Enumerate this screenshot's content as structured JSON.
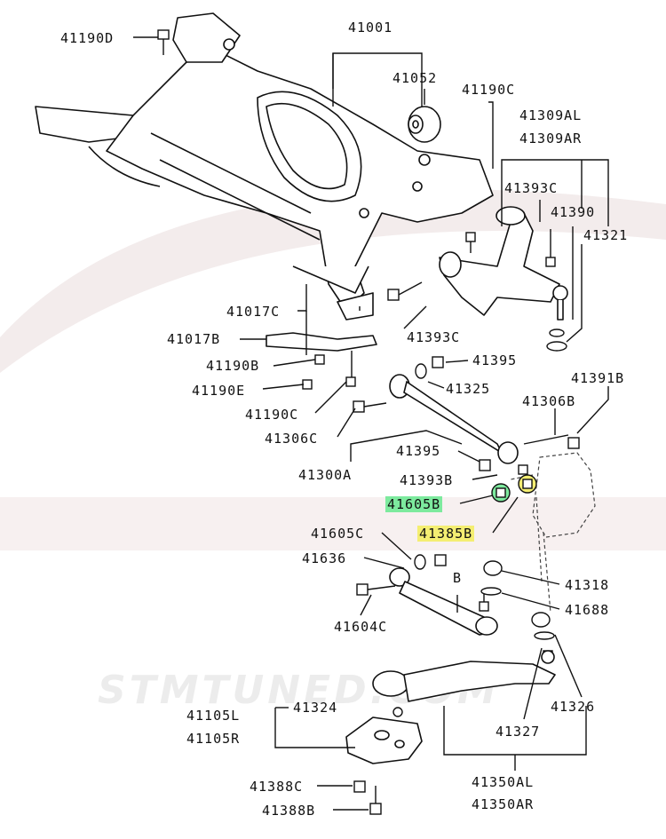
{
  "watermark": "STMTUNED.COM",
  "highlight_colors": {
    "green": "#7dea9e",
    "yellow": "#f4ee72"
  },
  "parts": {
    "p41190D": "41190D",
    "p41001": "41001",
    "p41052": "41052",
    "p41190C_top": "41190C",
    "p41309AL": "41309AL",
    "p41309AR": "41309AR",
    "p41393C_top": "41393C",
    "p41390": "41390",
    "p41321": "41321",
    "p41017C": "41017C",
    "p41017B": "41017B",
    "p41190B": "41190B",
    "p41190E": "41190E",
    "p41190C_mid": "41190C",
    "p41306C": "41306C",
    "p41393C_mid": "41393C",
    "p41395_a": "41395",
    "p41325": "41325",
    "p41391B": "41391B",
    "p41306B": "41306B",
    "p41395_b": "41395",
    "p41300A": "41300A",
    "p41393B": "41393B",
    "p41605B": "41605B",
    "p41605C": "41605C",
    "p41385B": "41385B",
    "p41636": "41636",
    "pB": "B",
    "p41318": "41318",
    "p41688": "41688",
    "p41604C": "41604C",
    "p41324": "41324",
    "p41105L": "41105L",
    "p41105R": "41105R",
    "p41326": "41326",
    "p41327": "41327",
    "p41388C": "41388C",
    "p41388B": "41388B",
    "p41350AL": "41350AL",
    "p41350AR": "41350AR"
  }
}
